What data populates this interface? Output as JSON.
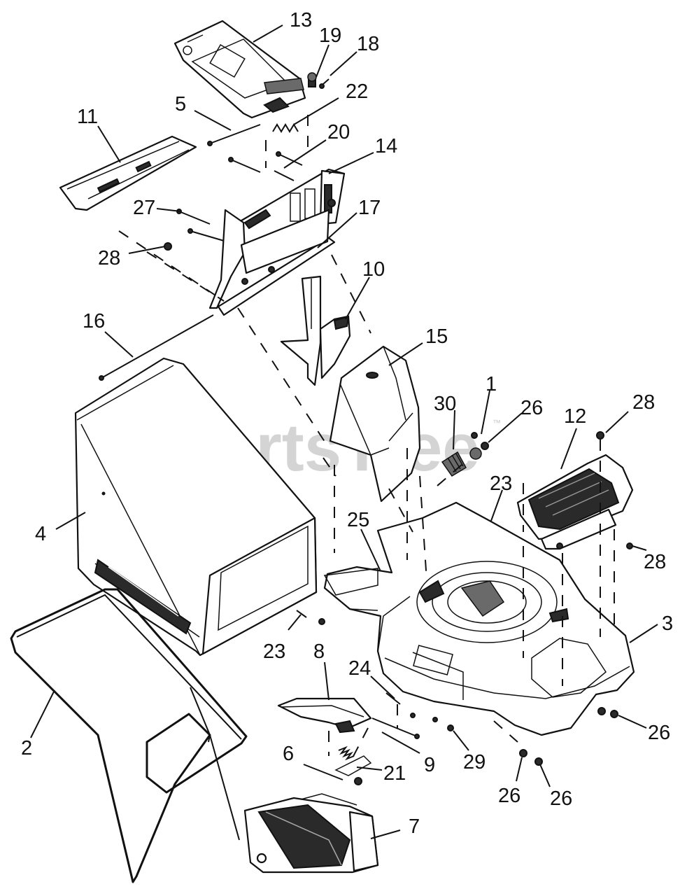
{
  "watermark": {
    "text": "PartsTree",
    "trademark": "™"
  },
  "callouts": [
    {
      "id": "c13",
      "text": "13"
    },
    {
      "id": "c19",
      "text": "19"
    },
    {
      "id": "c18",
      "text": "18"
    },
    {
      "id": "c22",
      "text": "22"
    },
    {
      "id": "c5",
      "text": "5"
    },
    {
      "id": "c11",
      "text": "11"
    },
    {
      "id": "c20",
      "text": "20"
    },
    {
      "id": "c14",
      "text": "14"
    },
    {
      "id": "c27",
      "text": "27"
    },
    {
      "id": "c17",
      "text": "17"
    },
    {
      "id": "c28a",
      "text": "28"
    },
    {
      "id": "c10",
      "text": "10"
    },
    {
      "id": "c16",
      "text": "16"
    },
    {
      "id": "c15",
      "text": "15"
    },
    {
      "id": "c1",
      "text": "1"
    },
    {
      "id": "c30",
      "text": "30"
    },
    {
      "id": "c26a",
      "text": "26"
    },
    {
      "id": "c28b",
      "text": "28"
    },
    {
      "id": "c12",
      "text": "12"
    },
    {
      "id": "c23a",
      "text": "23"
    },
    {
      "id": "c25",
      "text": "25"
    },
    {
      "id": "c4",
      "text": "4"
    },
    {
      "id": "c28c",
      "text": "28"
    },
    {
      "id": "c3",
      "text": "3"
    },
    {
      "id": "c23b",
      "text": "23"
    },
    {
      "id": "c8",
      "text": "8"
    },
    {
      "id": "c24",
      "text": "24"
    },
    {
      "id": "c2",
      "text": "2"
    },
    {
      "id": "c26b",
      "text": "26"
    },
    {
      "id": "c6",
      "text": "6"
    },
    {
      "id": "c9",
      "text": "9"
    },
    {
      "id": "c29",
      "text": "29"
    },
    {
      "id": "c21",
      "text": "21"
    },
    {
      "id": "c26c",
      "text": "26"
    },
    {
      "id": "c26d",
      "text": "26"
    },
    {
      "id": "c7",
      "text": "7"
    }
  ]
}
